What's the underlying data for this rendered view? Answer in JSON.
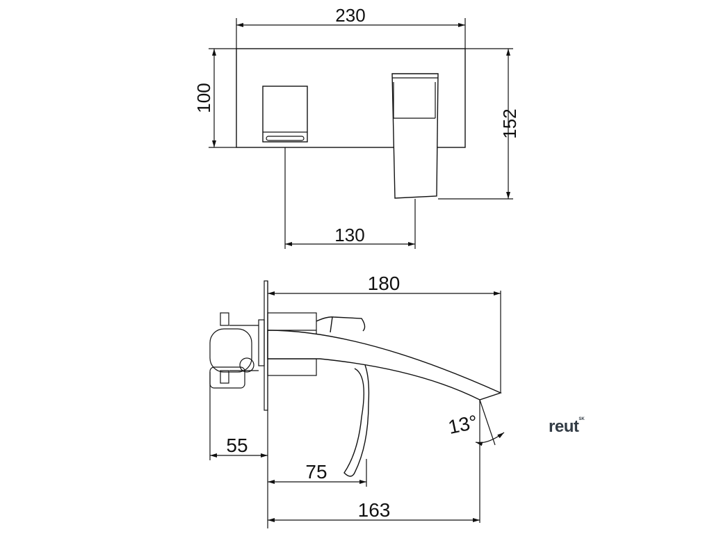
{
  "front_view": {
    "dims": {
      "width_label": "230",
      "height_label": "100",
      "total_height_label": "152",
      "spacing_label": "130"
    }
  },
  "side_view": {
    "dims": {
      "reach_label": "180",
      "depth_label": "55",
      "handle_label": "75",
      "spout_label": "163",
      "angle_label": "13°"
    }
  },
  "brand": {
    "name": "reut",
    "suffix": "SK"
  }
}
